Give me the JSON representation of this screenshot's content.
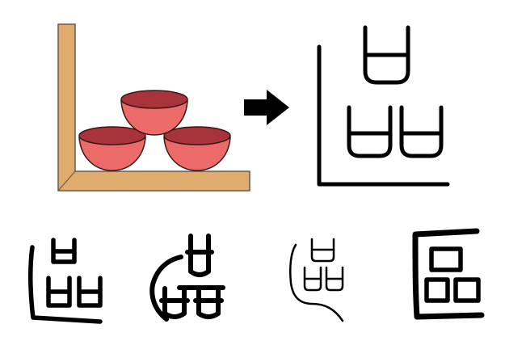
{
  "diagram": {
    "colors": {
      "background": "#ffffff",
      "corner_wood": "#e0ac6d",
      "corner_outline": "#6b5a45",
      "bowl_body": "#ec6b68",
      "bowl_interior": "#a8333a",
      "bowl_outline": "#3a1515",
      "glyph_ink": "#000000"
    },
    "icons": {
      "arrow": "right-arrow-icon",
      "pictograph": "bowls-in-corner-pictograph",
      "stylized_glyph": "ou-character-stylized",
      "script_forms": [
        "ou-oracle-bone-form",
        "ou-bronze-form",
        "ou-seal-form",
        "ou-clerical-form"
      ]
    },
    "bowls": [
      {
        "position": "top"
      },
      {
        "position": "bottom-left"
      },
      {
        "position": "bottom-right"
      }
    ]
  }
}
